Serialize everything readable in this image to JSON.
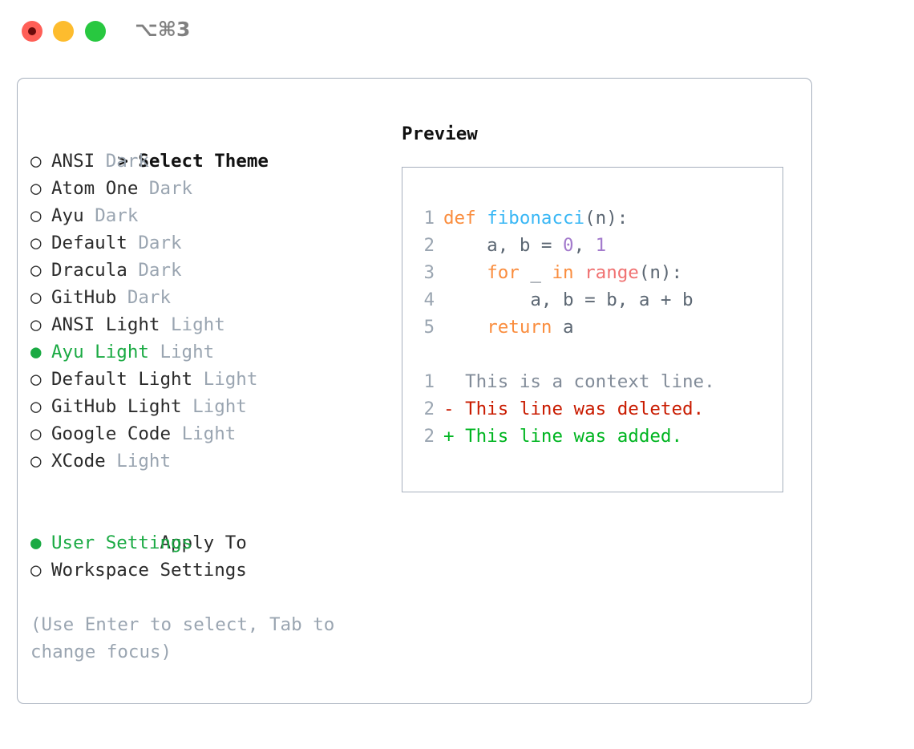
{
  "titlebar": {
    "shortcut": "⌥⌘3",
    "buttons": [
      {
        "name": "close",
        "color": "#ff5f57"
      },
      {
        "name": "minimize",
        "color": "#fdbc2e"
      },
      {
        "name": "maximize",
        "color": "#28c840"
      }
    ]
  },
  "theme_list": {
    "header_marker": ">",
    "header_label": "Select Theme",
    "items": [
      {
        "marker": "○",
        "name": "ANSI",
        "variant": "Dark",
        "selected": false
      },
      {
        "marker": "○",
        "name": "Atom One",
        "variant": "Dark",
        "selected": false
      },
      {
        "marker": "○",
        "name": "Ayu",
        "variant": "Dark",
        "selected": false
      },
      {
        "marker": "○",
        "name": "Default",
        "variant": "Dark",
        "selected": false
      },
      {
        "marker": "○",
        "name": "Dracula",
        "variant": "Dark",
        "selected": false
      },
      {
        "marker": "○",
        "name": "GitHub",
        "variant": "Dark",
        "selected": false
      },
      {
        "marker": "○",
        "name": "ANSI Light",
        "variant": "Light",
        "selected": false
      },
      {
        "marker": "●",
        "name": "Ayu Light",
        "variant": "Light",
        "selected": true
      },
      {
        "marker": "○",
        "name": "Default Light",
        "variant": "Light",
        "selected": false
      },
      {
        "marker": "○",
        "name": "GitHub Light",
        "variant": "Light",
        "selected": false
      },
      {
        "marker": "○",
        "name": "Google Code",
        "variant": "Light",
        "selected": false
      },
      {
        "marker": "○",
        "name": "XCode",
        "variant": "Light",
        "selected": false
      }
    ]
  },
  "apply_to": {
    "header_marker": " ",
    "header_label": "Apply To",
    "items": [
      {
        "marker": "●",
        "name": "User Settings",
        "selected": true
      },
      {
        "marker": "○",
        "name": "Workspace Settings",
        "selected": false
      }
    ]
  },
  "hint": "(Use Enter to select, Tab to change focus)",
  "preview": {
    "title": "Preview",
    "code_lines": [
      {
        "ln": "1",
        "tokens": [
          {
            "t": "def",
            "c": "kw"
          },
          {
            "t": " ",
            "c": "pn"
          },
          {
            "t": "fibonacci",
            "c": "fn"
          },
          {
            "t": "(n):",
            "c": "pn"
          }
        ]
      },
      {
        "ln": "2",
        "tokens": [
          {
            "t": "    a, b = ",
            "c": "pn"
          },
          {
            "t": "0",
            "c": "num"
          },
          {
            "t": ", ",
            "c": "pn"
          },
          {
            "t": "1",
            "c": "num"
          }
        ]
      },
      {
        "ln": "3",
        "tokens": [
          {
            "t": "    ",
            "c": "pn"
          },
          {
            "t": "for",
            "c": "kw"
          },
          {
            "t": " _ ",
            "c": "pn"
          },
          {
            "t": "in",
            "c": "kw"
          },
          {
            "t": " ",
            "c": "pn"
          },
          {
            "t": "range",
            "c": "bi"
          },
          {
            "t": "(n):",
            "c": "pn"
          }
        ]
      },
      {
        "ln": "4",
        "tokens": [
          {
            "t": "        a, b = b, a + b",
            "c": "pn"
          }
        ]
      },
      {
        "ln": "5",
        "tokens": [
          {
            "t": "    ",
            "c": "pn"
          },
          {
            "t": "return",
            "c": "kw"
          },
          {
            "t": " a",
            "c": "pn"
          }
        ]
      },
      {
        "ln": "",
        "tokens": []
      },
      {
        "ln": "1",
        "tokens": [
          {
            "t": "  This is a context line.",
            "c": "ctx"
          }
        ]
      },
      {
        "ln": "2",
        "tokens": [
          {
            "t": "- This line was deleted.",
            "c": "del"
          }
        ]
      },
      {
        "ln": "2",
        "tokens": [
          {
            "t": "+ This line was added.",
            "c": "add"
          }
        ]
      }
    ]
  },
  "colors": {
    "accent_green": "#1aaa43",
    "muted": "#9aa5b1",
    "border": "#a7b0bd",
    "keyword": "#fa8d3e",
    "function": "#39b7f5",
    "number": "#a37acc",
    "builtin": "#f07171",
    "punctuation": "#5c6773",
    "diff_context": "#828c99",
    "diff_deleted": "#c91b00",
    "diff_added": "#00b521"
  }
}
